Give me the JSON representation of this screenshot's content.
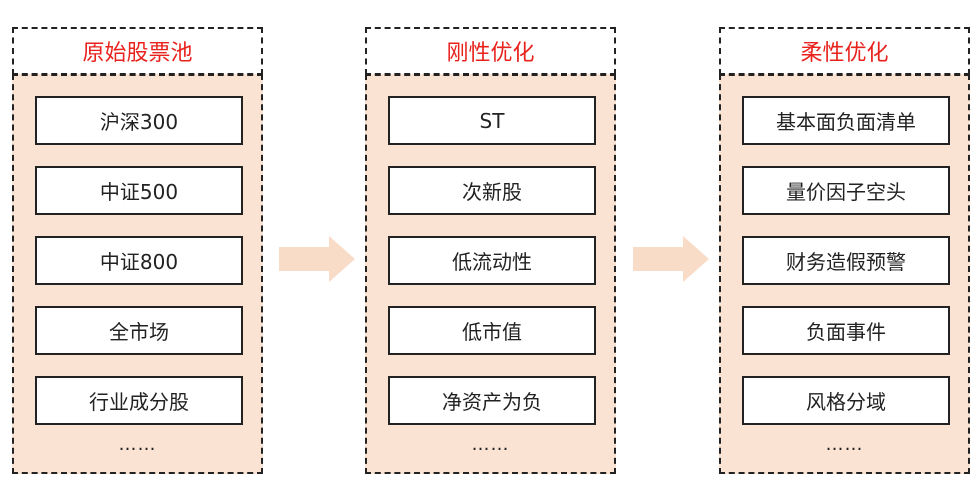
{
  "columns": [
    {
      "title": "原始股票池",
      "items": [
        "沪深300",
        "中证500",
        "中证800",
        "全市场",
        "行业成分股"
      ],
      "more": "……"
    },
    {
      "title": "刚性优化",
      "items": [
        "ST",
        "次新股",
        "低流动性",
        "低市值",
        "净资产为负"
      ],
      "more": "……"
    },
    {
      "title": "柔性优化",
      "items": [
        "基本面负面清单",
        "量价因子空头",
        "财务造假预警",
        "负面事件",
        "风格分域"
      ],
      "more": "……"
    }
  ],
  "colors": {
    "title_text": "#e8231d",
    "panel_fill": "#fbe3d3",
    "arrow_fill": "#f9dcc8",
    "border": "#222222"
  }
}
